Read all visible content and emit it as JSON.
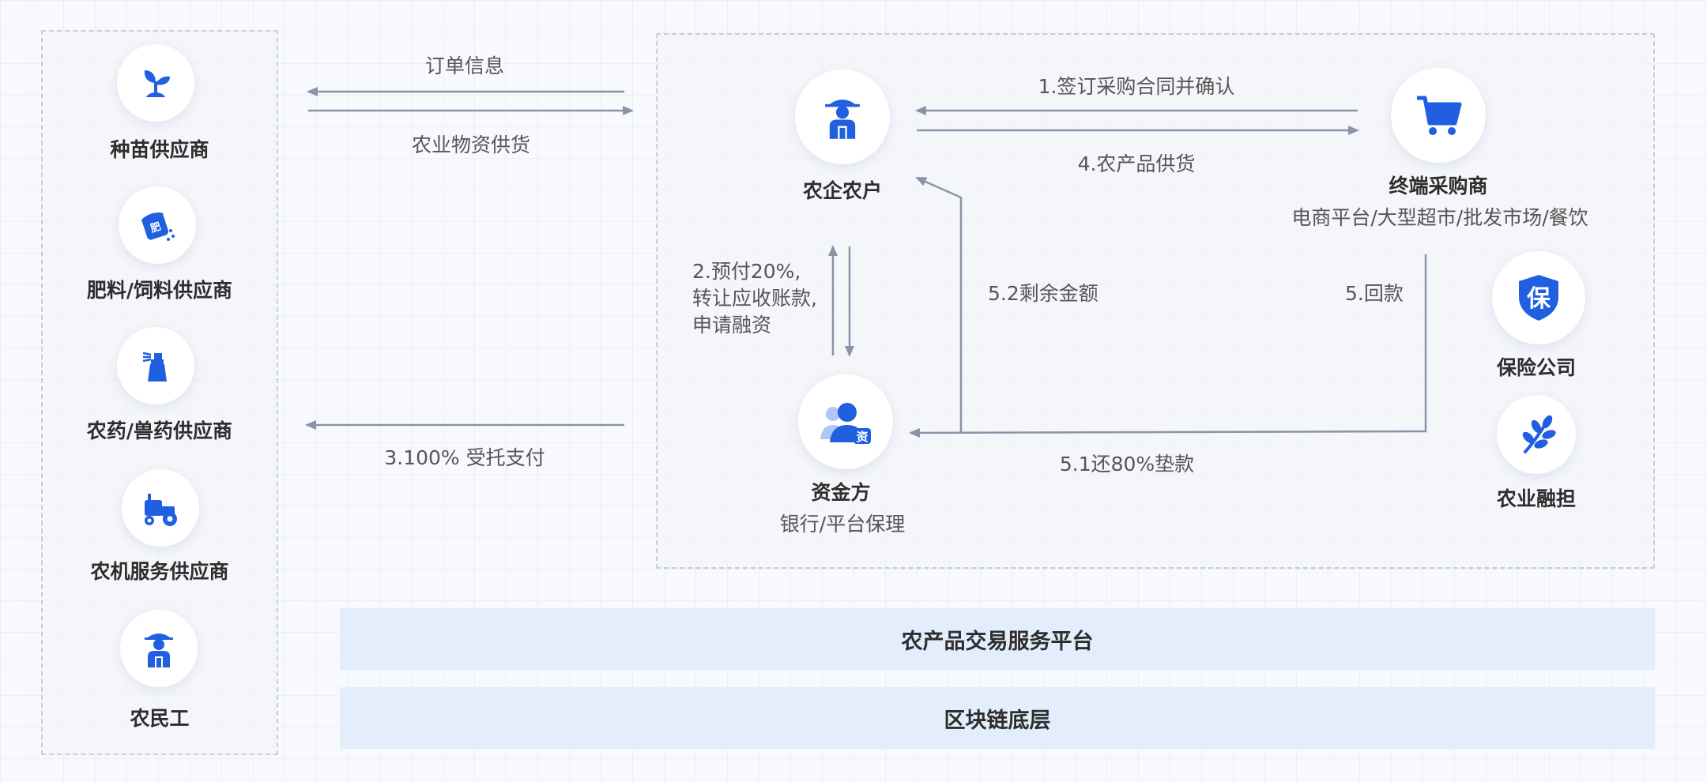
{
  "suppliers": [
    {
      "label": "种苗供应商",
      "icon": "seedling-icon"
    },
    {
      "label": "肥料/饲料供应商",
      "icon": "fertilizer-bag-icon"
    },
    {
      "label": "农药/兽药供应商",
      "icon": "sprayer-icon"
    },
    {
      "label": "农机服务供应商",
      "icon": "tractor-icon"
    },
    {
      "label": "农民工",
      "icon": "farmer-icon"
    }
  ],
  "left_flows": {
    "order_info": "订单信息",
    "materials_supply": "农业物资供货",
    "entrusted_payment": "3.100% 受托支付"
  },
  "nodes": {
    "farmer": {
      "label": "农企农户",
      "icon": "farmer-icon"
    },
    "buyer": {
      "label": "终端采购商",
      "sub": "电商平台/大型超市/批发市场/餐饮",
      "icon": "shopping-cart-icon"
    },
    "funder": {
      "label": "资金方",
      "sub": "银行/平台保理",
      "icon": "funder-person-icon",
      "badge": "资"
    },
    "insurance": {
      "label": "保险公司",
      "icon": "insurance-shield-icon",
      "badge": "保"
    },
    "guarantee": {
      "label": "农业融担",
      "icon": "branch-leaf-icon"
    }
  },
  "flows": {
    "sign_contract": "1.签订采购合同并确认",
    "product_supply": "4.农产品供货",
    "prepay_line1": "2.预付20%,",
    "prepay_line2": "转让应收账款,",
    "prepay_line3": "申请融资",
    "remaining": "5.2剩余金额",
    "repayment": "5.回款",
    "repay_80": "5.1还80%垫款"
  },
  "platform_bars": {
    "trade_platform": "农产品交易服务平台",
    "blockchain": "区块链底层"
  },
  "colors": {
    "accent": "#1f5fe0",
    "arrow": "#8a93a8",
    "bar_bg": "#e3edfc"
  }
}
